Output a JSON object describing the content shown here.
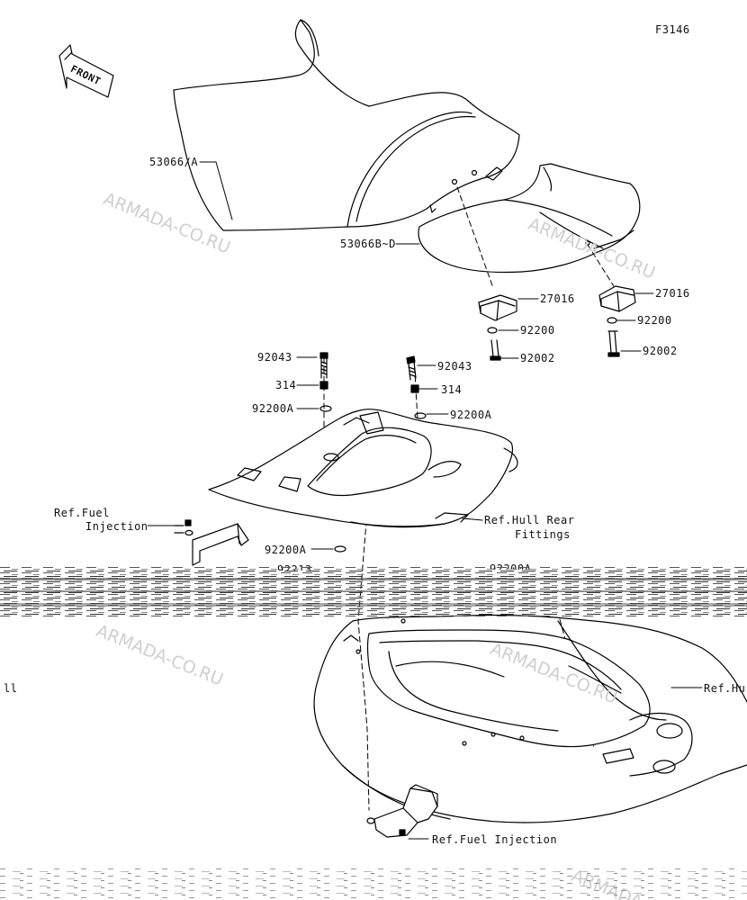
{
  "figure_code": "F3146",
  "front_label": "FRONT",
  "watermark": "ARMADA-CO.RU",
  "labels": {
    "seat_front": "53066/A",
    "seat_rear": "53066B~D",
    "bracket_left": "27016",
    "washer_left": "92200",
    "bolt_left": "92002",
    "bracket_right": "27016",
    "washer_right": "92200",
    "bolt_right": "92002",
    "bolt_a_left": "92043",
    "nut_left": "314",
    "washer_a_left": "92200A",
    "bolt_a_right": "92043",
    "nut_right": "314",
    "washer_a_right": "92200A",
    "ref_fuel_1": "Ref.Fuel",
    "ref_fuel_2": "Injection",
    "ref_hull_rear_1": "Ref.Hull Rear",
    "ref_hull_rear_2": "Fittings",
    "washer_a_lower": "92200A",
    "partial_left": "92213",
    "partial_right": "92200A",
    "ref_hull": "Ref.Hu",
    "edge_mark": "ll",
    "ref_fuel_bottom": "Ref.Fuel Injection"
  }
}
